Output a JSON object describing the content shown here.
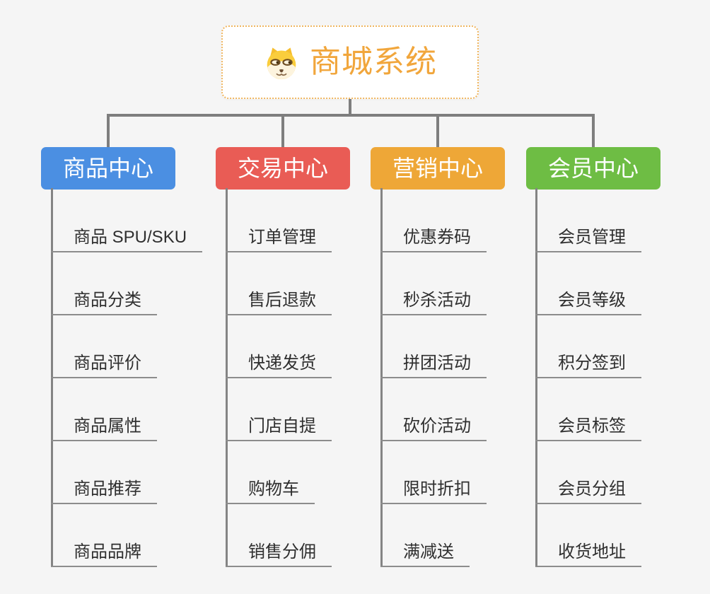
{
  "root": {
    "title": "商城系统",
    "icon": "shiba-dog-icon",
    "title_color": "#F1A63C",
    "border_color": "#F0B660",
    "background": "#FFFFFF"
  },
  "canvas": {
    "background_color": "#F5F5F5",
    "connector_color": "#7E7E7E"
  },
  "branches": [
    {
      "label": "商品中心",
      "color": "#4B8FE2",
      "leaves": [
        "商品 SPU/SKU",
        "商品分类",
        "商品评价",
        "商品属性",
        "商品推荐",
        "商品品牌"
      ]
    },
    {
      "label": "交易中心",
      "color": "#E95C55",
      "leaves": [
        "订单管理",
        "售后退款",
        "快递发货",
        "门店自提",
        "购物车",
        "销售分佣"
      ]
    },
    {
      "label": "营销中心",
      "color": "#EEA737",
      "leaves": [
        "优惠券码",
        "秒杀活动",
        "拼团活动",
        "砍价活动",
        "限时折扣",
        "满减送"
      ]
    },
    {
      "label": "会员中心",
      "color": "#6EBD44",
      "leaves": [
        "会员管理",
        "会员等级",
        "积分签到",
        "会员标签",
        "会员分组",
        "收货地址"
      ]
    }
  ]
}
